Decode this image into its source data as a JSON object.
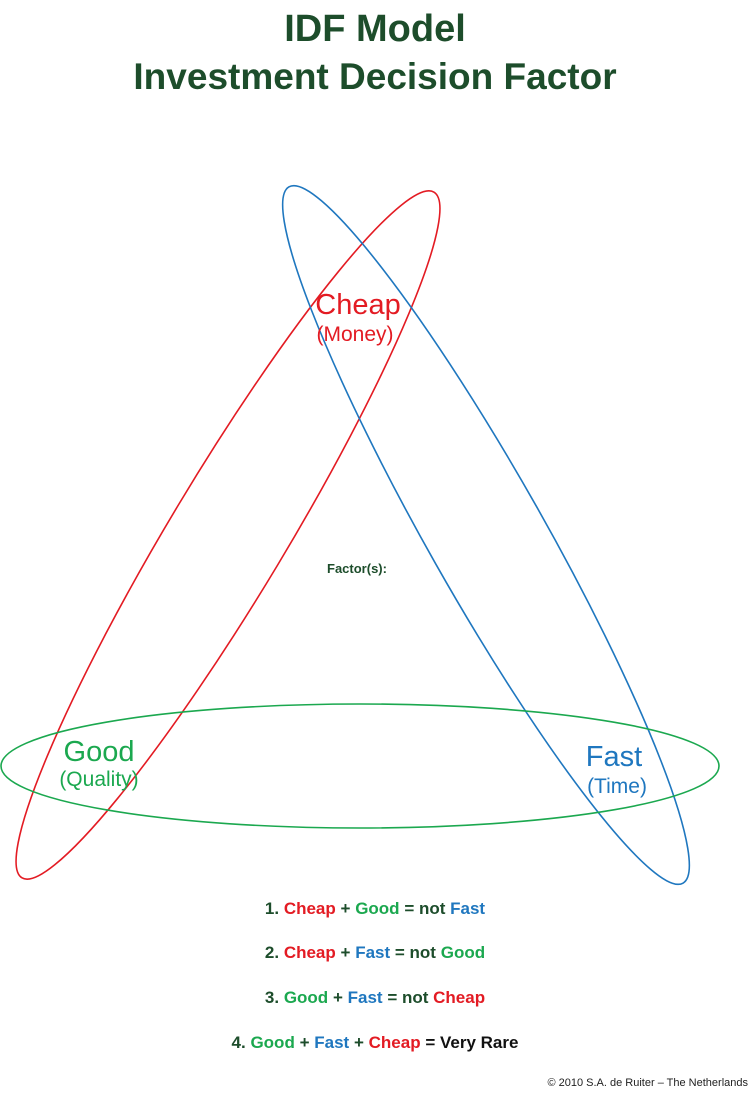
{
  "title": {
    "line1": "IDF Model",
    "line2": "Investment Decision Factor"
  },
  "labels": {
    "cheap": "Cheap",
    "money": "(Money)",
    "good": "Good",
    "quality": "(Quality)",
    "fast": "Fast",
    "time": "(Time)",
    "factors": "Factor(s):"
  },
  "rules": [
    {
      "num": "1.",
      "a": "Cheap",
      "plus1": "+",
      "b": "Good",
      "eq": "= not",
      "c": "Fast"
    },
    {
      "num": "2.",
      "a": "Cheap",
      "plus1": "+",
      "b": "Fast",
      "eq": "= not",
      "c": "Good"
    },
    {
      "num": "3.",
      "a": "Good",
      "plus1": "+",
      "b": "Fast",
      "eq": "= not",
      "c": "Cheap"
    },
    {
      "num": "4.",
      "a": "Good",
      "plus1": "+",
      "b": "Fast",
      "plus2": "+",
      "c": "Cheap",
      "eq": "=",
      "d": "Very Rare"
    }
  ],
  "footer": "© 2010 S.A. de Ruiter – The Netherlands",
  "colors": {
    "title": "#1d4d2b",
    "cheap": "#e31b23",
    "good": "#1ba84f",
    "fast": "#1f77bf"
  }
}
